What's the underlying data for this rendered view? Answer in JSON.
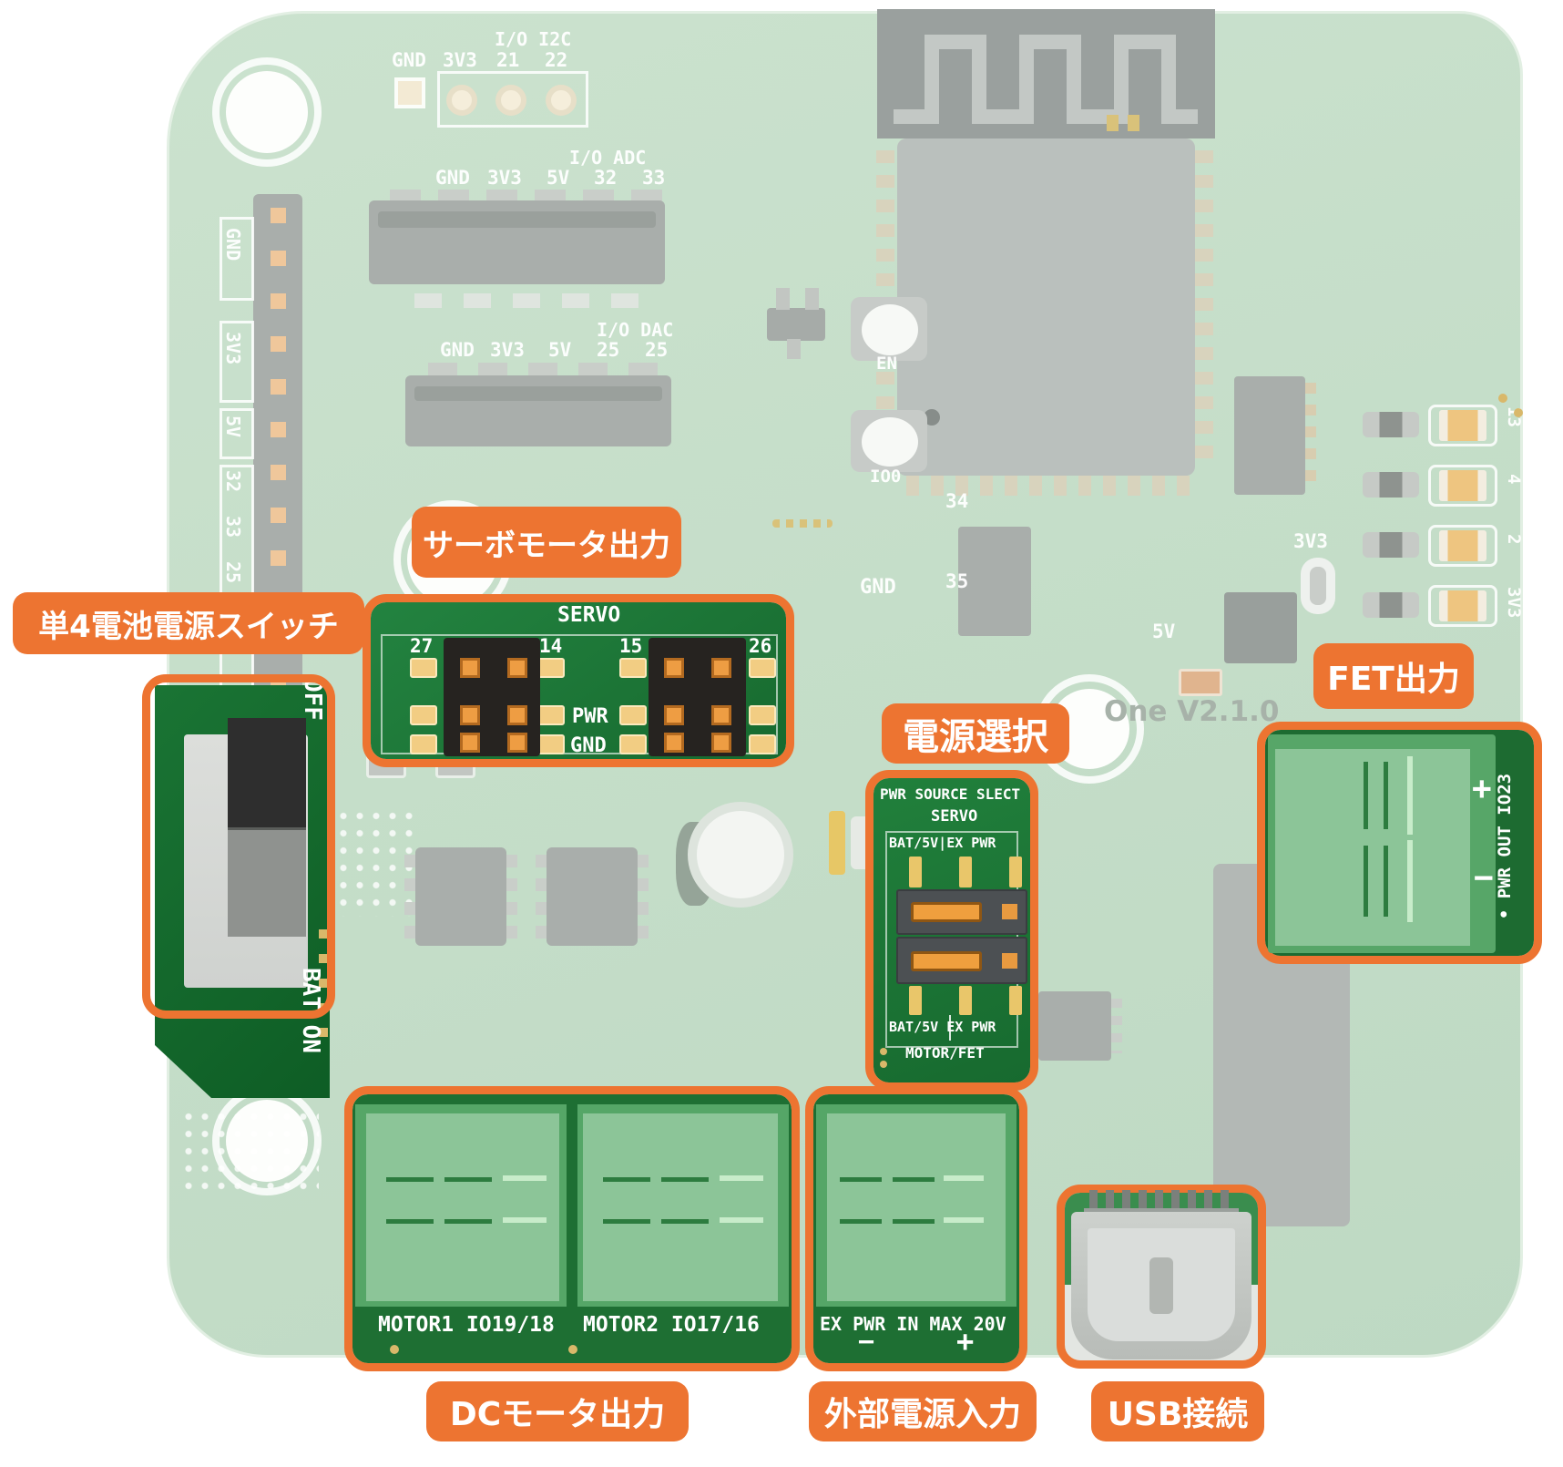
{
  "colors": {
    "annotation_orange": "#ed7431",
    "board_faded_green": "#c7dfca",
    "module_dark_green": "#1e7c38",
    "terminal_green": "#57a668",
    "pad_orange": "#ee9d43"
  },
  "annotations": {
    "battery_switch": "単4電池電源スイッチ",
    "servo_output": "サーボモータ出力",
    "power_select": "電源選択",
    "fet_output": "FET出力",
    "dc_motor_output": "DCモータ出力",
    "external_power": "外部電源入力",
    "usb": "USB接続"
  },
  "top_header": {
    "group": "I/O I2C",
    "gnd": "GND",
    "v33": "3V3",
    "p21": "21",
    "p22": "22"
  },
  "adc_header": {
    "group": "I/O ADC",
    "gnd": "GND",
    "v33": "3V3",
    "v5": "5V",
    "p32": "32",
    "p33": "33"
  },
  "dac_header": {
    "group": "I/O DAC",
    "gnd": "GND",
    "v33": "3V3",
    "v5": "5V",
    "p25a": "25",
    "p25b": "25"
  },
  "left_header": {
    "gnd": "GND",
    "v33": "3V3",
    "v5": "5V",
    "p32": "32",
    "p33": "33",
    "p25": "25"
  },
  "switch": {
    "off": "OFF",
    "on": "BAT ON"
  },
  "servo": {
    "title": "SERVO",
    "p27": "27",
    "p14": "14",
    "p15": "15",
    "p26": "26",
    "pwr": "PWR",
    "gnd": "GND"
  },
  "buttons": {
    "en": "EN",
    "io0": "IO0"
  },
  "center": {
    "gnd": "GND",
    "p34": "34",
    "p35": "35",
    "v5": "5V",
    "v33": "3V3"
  },
  "board_name": "One V2.1.0",
  "power_select": {
    "title": "PWR SOURCE SLECT",
    "servo": "SERVO",
    "top_row": "BAT/5V|EX PWR",
    "bottom_row": "BAT/5V EX PWR",
    "footer": "MOTOR/FET"
  },
  "fet": {
    "plus": "+",
    "minus": "−",
    "label": "• PWR OUT IO23"
  },
  "motor": {
    "m1": "MOTOR1 IO19/18",
    "m2": "MOTOR2 IO17/16"
  },
  "expwr": {
    "label": "EX PWR IN MAX 20V",
    "minus": "−",
    "plus": "+"
  },
  "leds": {
    "l13": "13",
    "l4": "4",
    "l2": "2",
    "l33": "3V3"
  }
}
